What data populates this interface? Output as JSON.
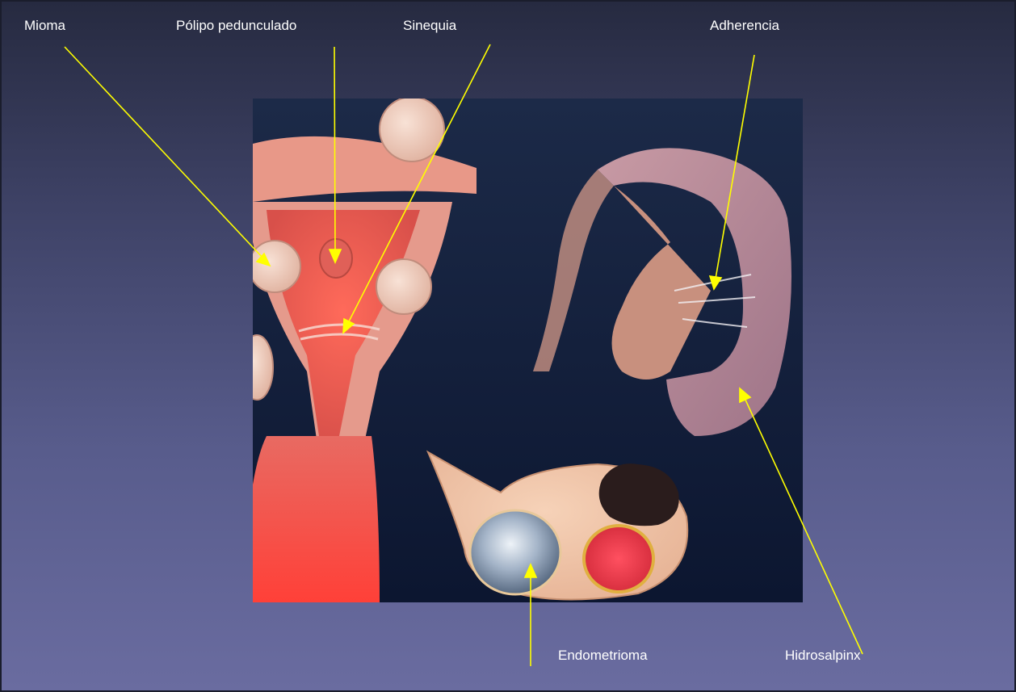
{
  "labels": {
    "mioma": "Mioma",
    "polipo": "Pólipo pedunculado",
    "sinequia": "Sinequia",
    "adherencia": "Adherencia",
    "endometrioma": "Endometrioma",
    "hidrosalpinx": "Hidrosalpinx"
  },
  "colors": {
    "pointer": "#ffff00",
    "label_text": "#ffffff",
    "illustration_bg": "#0f1a33",
    "tissue": "#e8a090",
    "myoma": "#f0d0c0"
  }
}
